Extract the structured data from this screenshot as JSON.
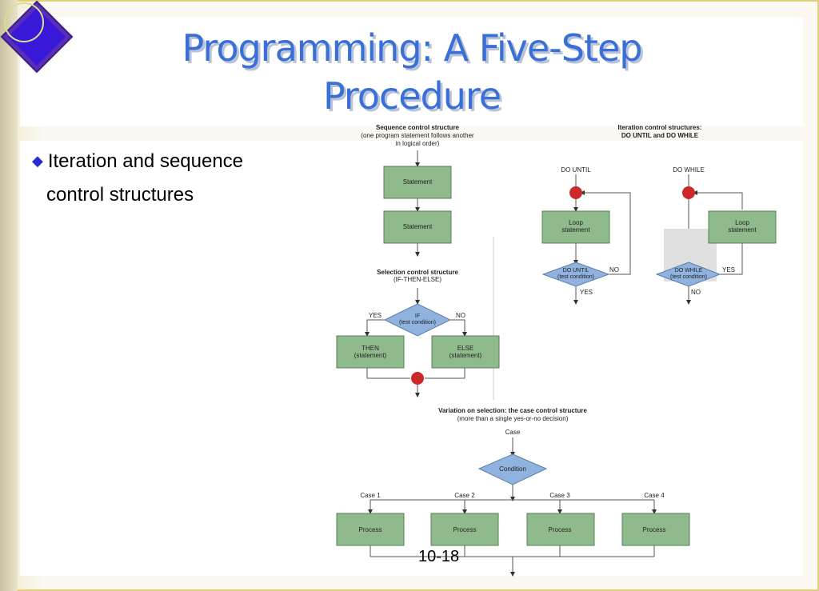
{
  "slide": {
    "title": "Programming: A Five-Step Procedure",
    "title_line1": "Programming: A Five-Step",
    "title_line2": "Procedure",
    "bullet": {
      "line1": "Iteration and sequence",
      "line2": "control structures"
    },
    "slide_number": "10-18"
  },
  "diagram": {
    "sequence": {
      "heading": "Sequence control structure",
      "sub1": "(one program statement follows another",
      "sub2": "in logical order)",
      "box1": "Statement",
      "box2": "Statement"
    },
    "iteration": {
      "heading1": "Iteration control structures:",
      "heading2": "DO UNTIL and DO WHILE",
      "until": {
        "label": "DO UNTIL",
        "loop1": "Loop",
        "loop2": "statement",
        "cond1": "DO UNTIL",
        "cond2": "(test condition)",
        "no": "NO",
        "yes": "YES"
      },
      "while": {
        "label": "DO WHILE",
        "loop1": "Loop",
        "loop2": "statement",
        "cond1": "DO WHILE",
        "cond2": "(test condition)",
        "yes": "YES",
        "no": "NO"
      }
    },
    "selection": {
      "heading": "Selection control structure",
      "sub": "(IF-THEN-ELSE)",
      "cond1": "IF",
      "cond2": "(test condition)",
      "yes": "YES",
      "no": "NO",
      "then1": "THEN",
      "then2": "(statement)",
      "else1": "ELSE",
      "else2": "(statement)"
    },
    "case": {
      "heading": "Variation on selection: the case control structure",
      "sub": "(more than a single yes-or-no decision)",
      "top_label": "Case",
      "condition": "Condition",
      "cases": [
        "Case 1",
        "Case 2",
        "Case 3",
        "Case 4"
      ],
      "process": [
        "Process",
        "Process",
        "Process",
        "Process"
      ]
    },
    "colors": {
      "box_fill": "#8fba8c",
      "box_stroke": "#5a7d58",
      "diamond_fill": "#8fb3de",
      "diamond_stroke": "#5a7fa8",
      "connector": "#cc2a2a",
      "title": "#3a6fd8"
    }
  }
}
